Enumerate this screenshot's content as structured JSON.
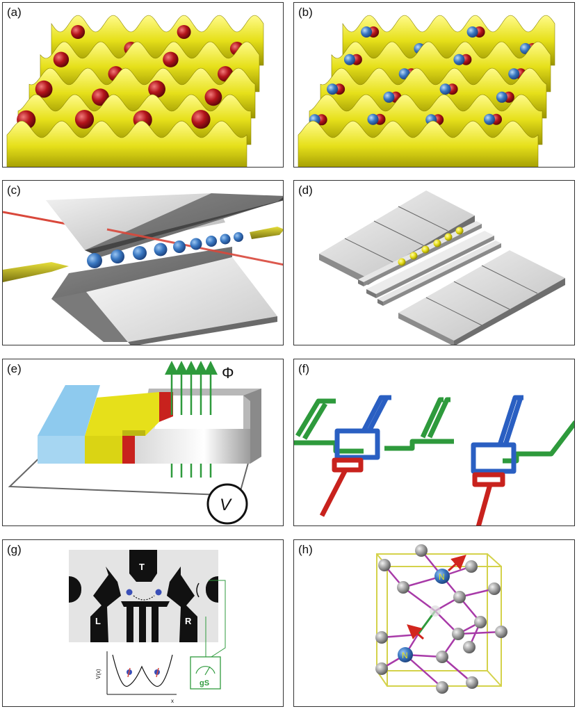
{
  "panels": {
    "a": {
      "label": "(a)"
    },
    "b": {
      "label": "(b)"
    },
    "c": {
      "label": "(c)"
    },
    "d": {
      "label": "(d)"
    },
    "e": {
      "label": "(e)",
      "flux_symbol": "Φ",
      "voltmeter_symbol": "V"
    },
    "f": {
      "label": "(f)"
    },
    "g": {
      "label": "(g)",
      "gate_top": "T",
      "gate_left": "L",
      "gate_right": "R",
      "y_axis_label": "V(x)",
      "x_axis_label": "x",
      "meter_label": "gS"
    },
    "h": {
      "label": "(h)",
      "atom_label_top": "N",
      "atom_label_bottom": "N"
    }
  },
  "colors": {
    "surface": "#e6e01a",
    "red_atom": "#b3141a",
    "blue_atom": "#3a78c2",
    "laser": "#d9483b",
    "green_wire": "#2e9a3c",
    "blue_wire": "#2a5fc2",
    "red_wire": "#c8221d",
    "bond": "#a83aa8",
    "cell": "#d4d24a"
  }
}
